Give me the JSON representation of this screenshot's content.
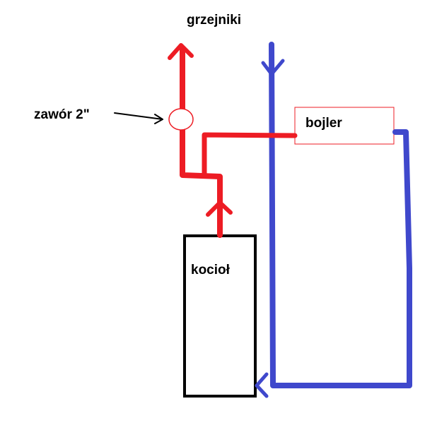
{
  "labels": {
    "radiators": "grzejniki",
    "valve": "zawór 2\"",
    "boiler_tank": "bojler",
    "boiler": "kocioł"
  },
  "colors": {
    "supply": "#ed1c24",
    "return": "#3f48cc",
    "outline": "#000000",
    "background": "#ffffff"
  }
}
